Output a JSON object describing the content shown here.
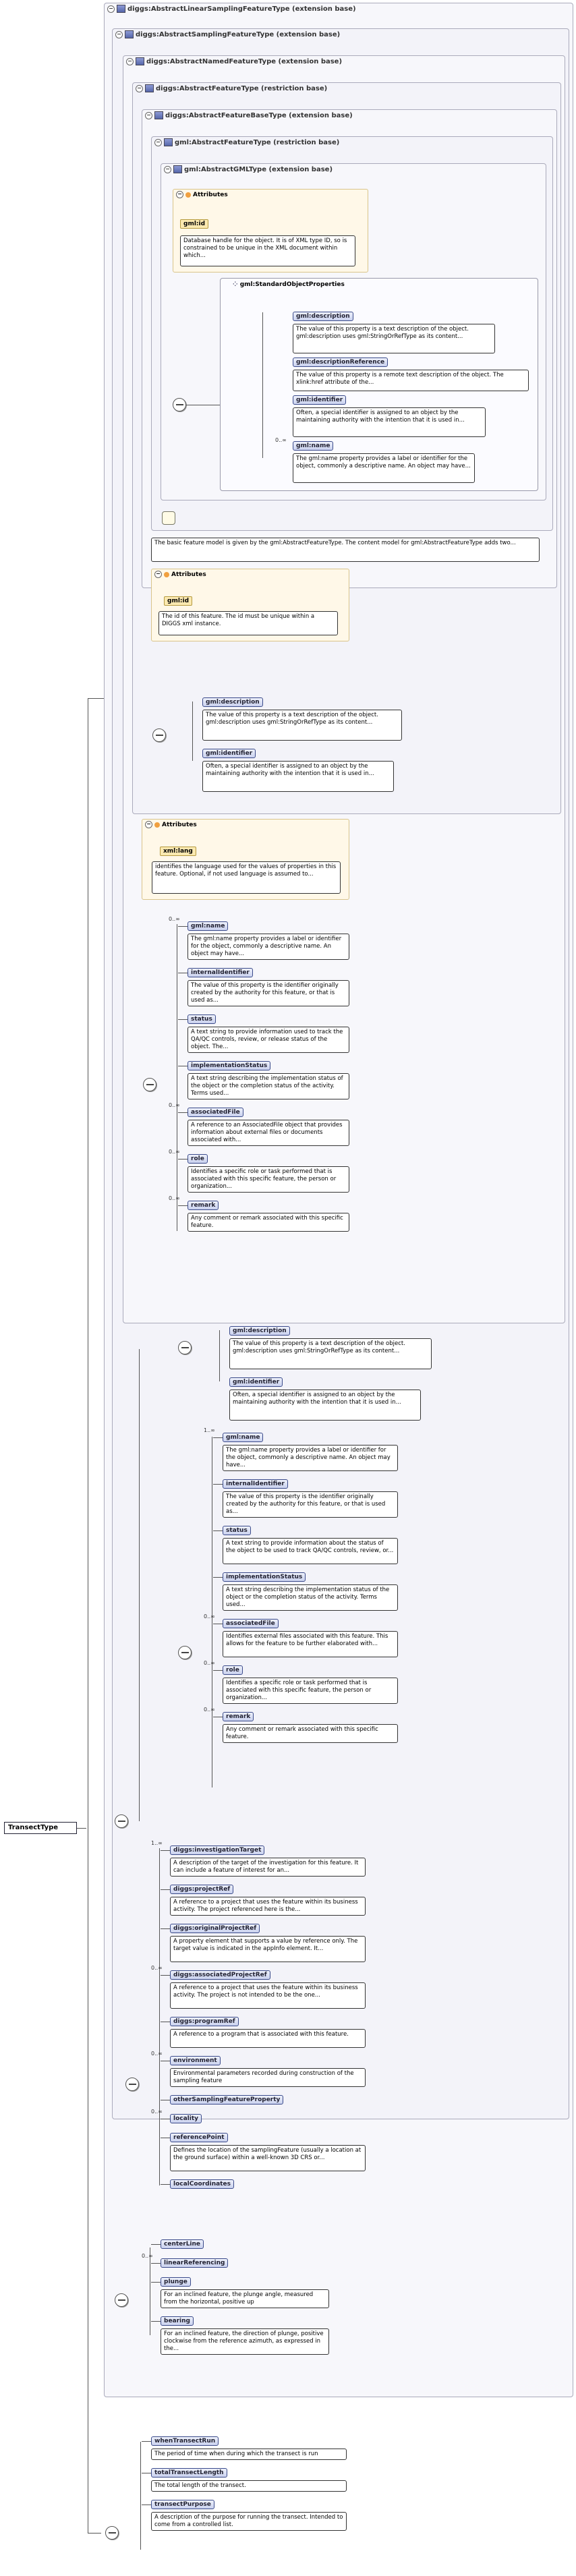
{
  "root": {
    "label": "TransectType"
  },
  "extensions": [
    {
      "id": "e1",
      "label": "diggs:AbstractLinearSamplingFeatureType (extension base)"
    },
    {
      "id": "e2",
      "label": "diggs:AbstractSamplingFeatureType (extension base)"
    },
    {
      "id": "e3",
      "label": "diggs:AbstractNamedFeatureType (extension base)"
    },
    {
      "id": "e4",
      "label": "diggs:AbstractFeatureType (restriction base)"
    },
    {
      "id": "e5",
      "label": "diggs:AbstractFeatureBaseType (extension base)"
    },
    {
      "id": "e6",
      "label": "gml:AbstractFeatureType (restriction base)"
    },
    {
      "id": "e7",
      "label": "gml:AbstractGMLType (extension base)"
    }
  ],
  "attributes_label": "Attributes",
  "gml_attrs": {
    "gmlid": {
      "name": "gml:id",
      "doc": "Database handle for the object. It is of XML type ID, so is constrained to be unique in the XML document within which..."
    },
    "std_props": "gml:StandardObjectProperties",
    "items": [
      {
        "name": "gml:description",
        "doc": "The value of this property is a text description of the object. gml:description uses gml:StringOrRefType as its content..."
      },
      {
        "name": "gml:descriptionReference",
        "doc": "The value of this property is a remote text description of the object. The xlink:href attribute of the..."
      },
      {
        "name": "gml:identifier",
        "doc": "Often, a special identifier is assigned to an object by the maintaining authority with the intention that it is used in..."
      },
      {
        "name": "gml:name",
        "doc": "The gml:name property provides a label or identifier for the object, commonly a descriptive name. An object may have...",
        "card": "0..∞"
      }
    ]
  },
  "feature_doc": "The basic feature model is given by the gml:AbstractFeatureType. The content model for gml:AbstractFeatureType adds two...",
  "e4_attrs": {
    "name": "gml:id",
    "doc": "The id of this feature. The id must be unique within a DIGGS xml instance."
  },
  "e4_items": [
    {
      "name": "gml:description",
      "doc": "The value of this property is a text description of the object. gml:description uses gml:StringOrRefType as its content..."
    },
    {
      "name": "gml:identifier",
      "doc": "Often, a special identifier is assigned to an object by the maintaining authority with the intention that it is used in..."
    }
  ],
  "e3_attrs": {
    "name": "xml:lang",
    "doc": "identifies the language used for the values of properties in this feature. Optional, if not used language is assumed to..."
  },
  "e3_items": [
    {
      "name": "gml:name",
      "doc": "The gml:name property provides a label or identifier for the object, commonly a descriptive name. An object may have...",
      "card": "0..∞"
    },
    {
      "name": "internalIdentifier",
      "doc": "The value of this property is the identifier originally created by the authority for this feature, or that is used as..."
    },
    {
      "name": "status",
      "doc": "A text string to provide information used to track the QA/QC controls, review, or release status of the object. The..."
    },
    {
      "name": "implementationStatus",
      "doc": "A text string describing the implementation status of the object or the completion status of the activity. Terms used..."
    },
    {
      "name": "associatedFile",
      "doc": "A reference to an AssociatedFile object that provides information about external files or documents associated with...",
      "card": "0..∞"
    },
    {
      "name": "role",
      "doc": "Identifies a specific role or task performed that is associated with this specific feature, the person or organization...",
      "card": "0..∞"
    },
    {
      "name": "remark",
      "doc": "Any comment or remark associated with this specific feature.",
      "card": "0..∞"
    }
  ],
  "e2_top": [
    {
      "name": "gml:description",
      "doc": "The value of this property is a text description of the object. gml:description uses gml:StringOrRefType as its content..."
    },
    {
      "name": "gml:identifier",
      "doc": "Often, a special identifier is assigned to an object by the maintaining authority with the intention that it is used in..."
    }
  ],
  "e2_seq": [
    {
      "name": "gml:name",
      "doc": "The gml:name property provides a label or identifier for the object, commonly a descriptive name. An object may have...",
      "card": "1..∞"
    },
    {
      "name": "internalIdentifier",
      "doc": "The value of this property is the identifier originally created by the authority for this feature, or that is used as..."
    },
    {
      "name": "status",
      "doc": "A text string to provide information about the status of the object to be used to track QA/QC controls, review, or..."
    },
    {
      "name": "implementationStatus",
      "doc": "A text string describing the implementation status of the object or the completion status of the activity. Terms used..."
    },
    {
      "name": "associatedFile",
      "doc": "Identifies external files associated with this feature. This allows for the feature to be further elaborated with...",
      "card": "0..∞"
    },
    {
      "name": "role",
      "doc": "Identifies a specific role or task performed that is associated with this specific feature, the person or organization...",
      "card": "0..∞"
    },
    {
      "name": "remark",
      "doc": "Any comment or remark associated with this specific feature.",
      "card": "0..∞"
    }
  ],
  "e1_seq": [
    {
      "name": "diggs:investigationTarget",
      "doc": "A description of the target of the investigation for this feature. It can include a feature of interest for an...",
      "card": "1..∞"
    },
    {
      "name": "diggs:projectRef",
      "doc": "A reference to a project that uses the feature within its business activity. The project referenced here is the..."
    },
    {
      "name": "diggs:originalProjectRef",
      "doc": "A property element that supports a value by reference only. The target value is indicated in the appInfo element. It..."
    },
    {
      "name": "diggs:associatedProjectRef",
      "doc": "A reference to a project that uses the feature within its business activity. The project is not intended to be the one...",
      "card": "0..∞"
    },
    {
      "name": "diggs:programRef",
      "doc": "A reference to a program that is associated with this feature."
    },
    {
      "name": "environment",
      "doc": "Environmental parameters recorded during construction of the sampling feature",
      "card": "0..∞"
    },
    {
      "name": "otherSamplingFeatureProperty",
      "doc": ""
    },
    {
      "name": "locality",
      "doc": "",
      "card": "0..∞"
    },
    {
      "name": "referencePoint",
      "doc": "Defines the location of the samplingFeature (usually a location at the ground surface) within a well-known 3D CRS or..."
    },
    {
      "name": "localCoordinates",
      "doc": ""
    }
  ],
  "lin_seq": [
    {
      "name": "centerLine",
      "doc": ""
    },
    {
      "name": "linearReferencing",
      "doc": "",
      "card": "0..∞"
    },
    {
      "name": "plunge",
      "doc": "For an inclined feature, the plunge angle, measured from the horizontal, positive up"
    },
    {
      "name": "bearing",
      "doc": "For an inclined feature, the direction of plunge, positive clockwise from the reference azimuth, as expressed in the..."
    }
  ],
  "tt_seq": [
    {
      "name": "whenTransectRun",
      "doc": "The period of time when during which the transect is run"
    },
    {
      "name": "totalTransectLength",
      "doc": "The total length of the transect."
    },
    {
      "name": "transectPurpose",
      "doc": "A description of the purpose for running the transect. Intended to come from a controlled list."
    }
  ]
}
